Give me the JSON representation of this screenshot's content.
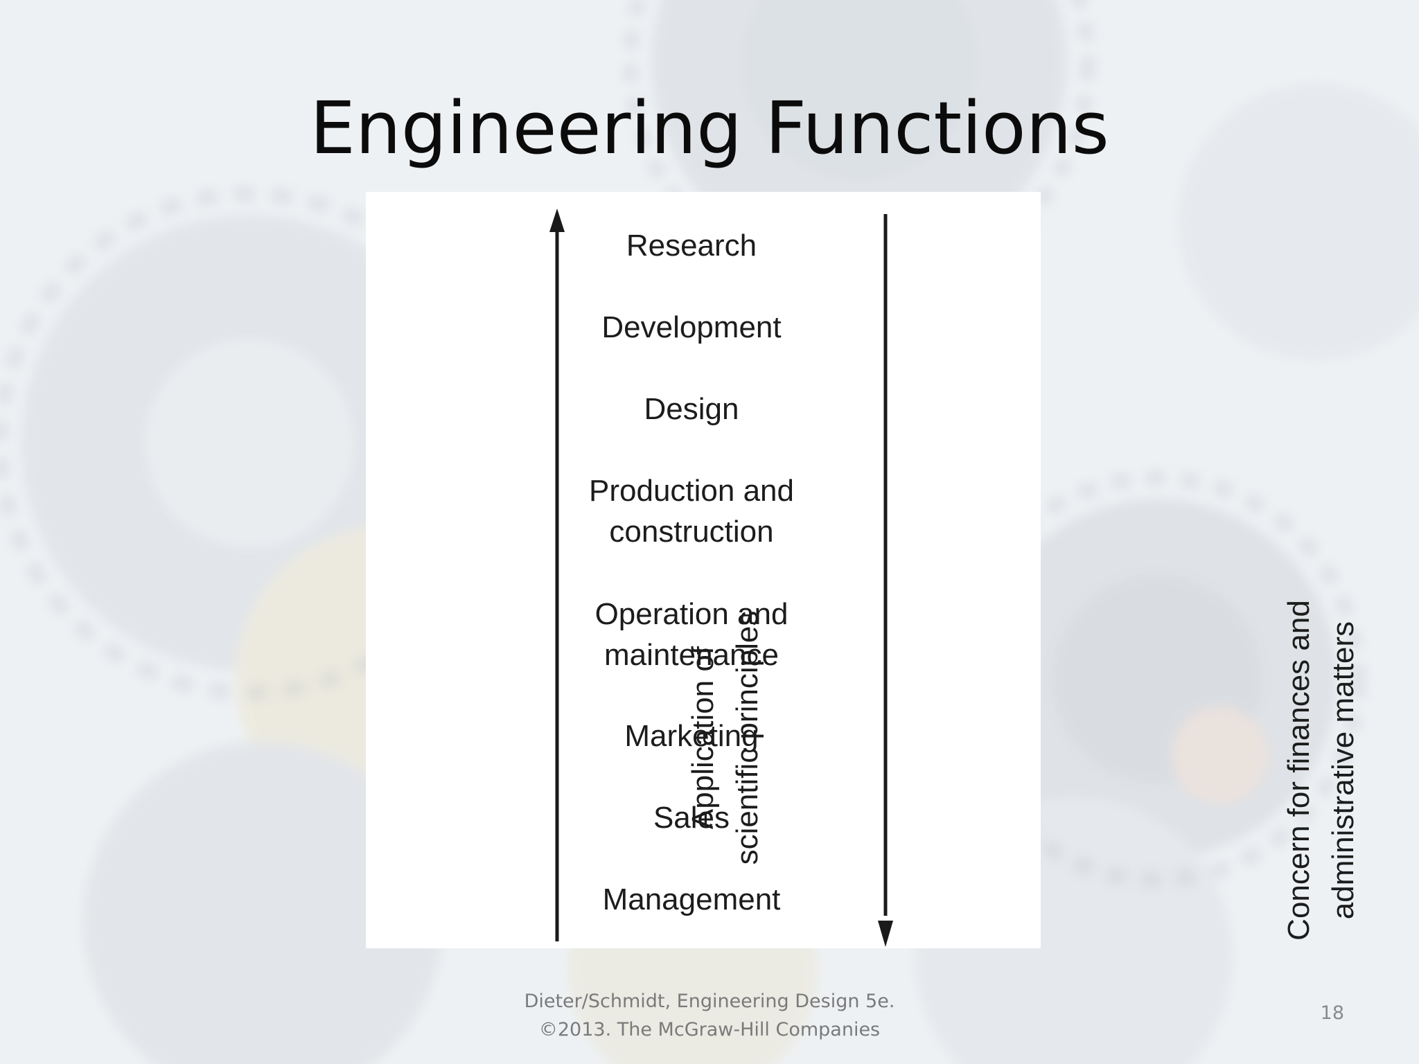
{
  "slide": {
    "title": "Engineering Functions",
    "number": "18"
  },
  "diagram": {
    "functions": [
      {
        "lines": [
          "Research"
        ]
      },
      {
        "lines": [
          "Development"
        ]
      },
      {
        "lines": [
          "Design"
        ]
      },
      {
        "lines": [
          "Production and",
          "construction"
        ]
      },
      {
        "lines": [
          "Operation and",
          "maintenance"
        ]
      },
      {
        "lines": [
          "Marketing"
        ]
      },
      {
        "lines": [
          "Sales"
        ]
      },
      {
        "lines": [
          "Management"
        ]
      }
    ],
    "left_axis": {
      "lines": [
        "Application of",
        "scientific principles"
      ],
      "arrow_direction": "up"
    },
    "right_axis": {
      "lines": [
        "Concern for finances and",
        "administrative matters"
      ],
      "arrow_direction": "down"
    }
  },
  "footer": {
    "citation_lines": [
      "Dieter/Schmidt, Engineering Design 5e.",
      "©2013. The McGraw-Hill Companies"
    ]
  }
}
